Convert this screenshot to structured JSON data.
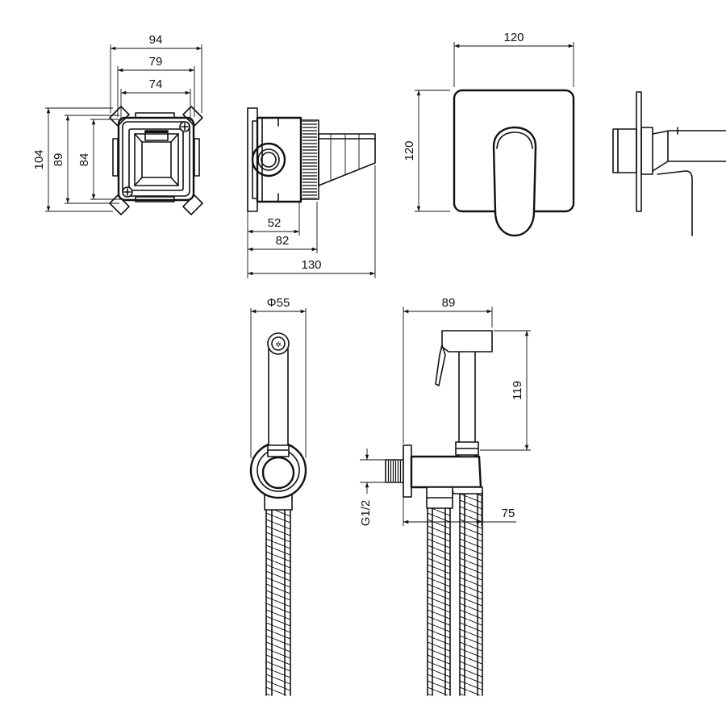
{
  "diagram": {
    "type": "technical-drawing",
    "line_color": "#111111",
    "background": "#ffffff",
    "dimensions": {
      "box_width_outer": "94",
      "box_width_mid": "79",
      "box_width_inner": "74",
      "box_height_outer": "104",
      "box_height_mid": "89",
      "box_height_inner": "84",
      "side_depth_1": "52",
      "side_depth_2": "82",
      "side_depth_total": "130",
      "plate_width": "120",
      "plate_height": "120",
      "outlet_diameter": "Φ55",
      "shower_width": "89",
      "shower_height": "119",
      "thread": "G1/2",
      "outlet_depth": "75"
    }
  }
}
